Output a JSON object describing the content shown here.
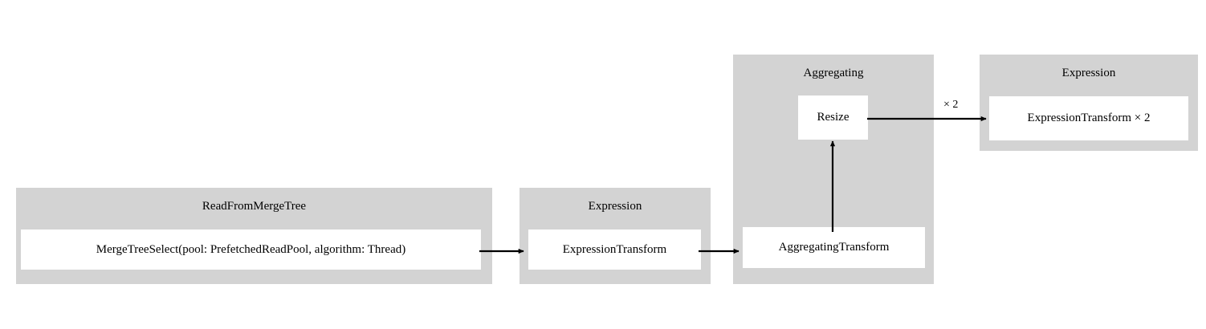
{
  "diagram": {
    "type": "query-pipeline-graph",
    "background_color": "#ffffff",
    "cluster_fill": "#d3d3d3",
    "node_fill": "#ffffff",
    "edge_color": "#000000",
    "clusters": [
      {
        "id": "read-from-merge-tree",
        "label": "ReadFromMergeTree",
        "nodes": [
          {
            "id": "merge-tree-select",
            "label": "MergeTreeSelect(pool: PrefetchedReadPool, algorithm: Thread)"
          }
        ]
      },
      {
        "id": "expression-1",
        "label": "Expression",
        "nodes": [
          {
            "id": "expression-transform",
            "label": "ExpressionTransform"
          }
        ]
      },
      {
        "id": "aggregating",
        "label": "Aggregating",
        "nodes": [
          {
            "id": "resize",
            "label": "Resize"
          },
          {
            "id": "aggregating-transform",
            "label": "AggregatingTransform"
          }
        ]
      },
      {
        "id": "expression-2",
        "label": "Expression",
        "nodes": [
          {
            "id": "expression-transform-x2",
            "label": "ExpressionTransform × 2"
          }
        ]
      }
    ],
    "edges": [
      {
        "id": "edge-mergetreeselect-to-expressiontransform",
        "from": "merge-tree-select",
        "to": "expression-transform",
        "label": ""
      },
      {
        "id": "edge-expressiontransform-to-aggregatingtransform",
        "from": "expression-transform",
        "to": "aggregating-transform",
        "label": ""
      },
      {
        "id": "edge-aggregatingtransform-to-resize",
        "from": "aggregating-transform",
        "to": "resize",
        "label": ""
      },
      {
        "id": "edge-resize-to-expressiontransform-x2",
        "from": "resize",
        "to": "expression-transform-x2",
        "label": "× 2"
      }
    ]
  }
}
